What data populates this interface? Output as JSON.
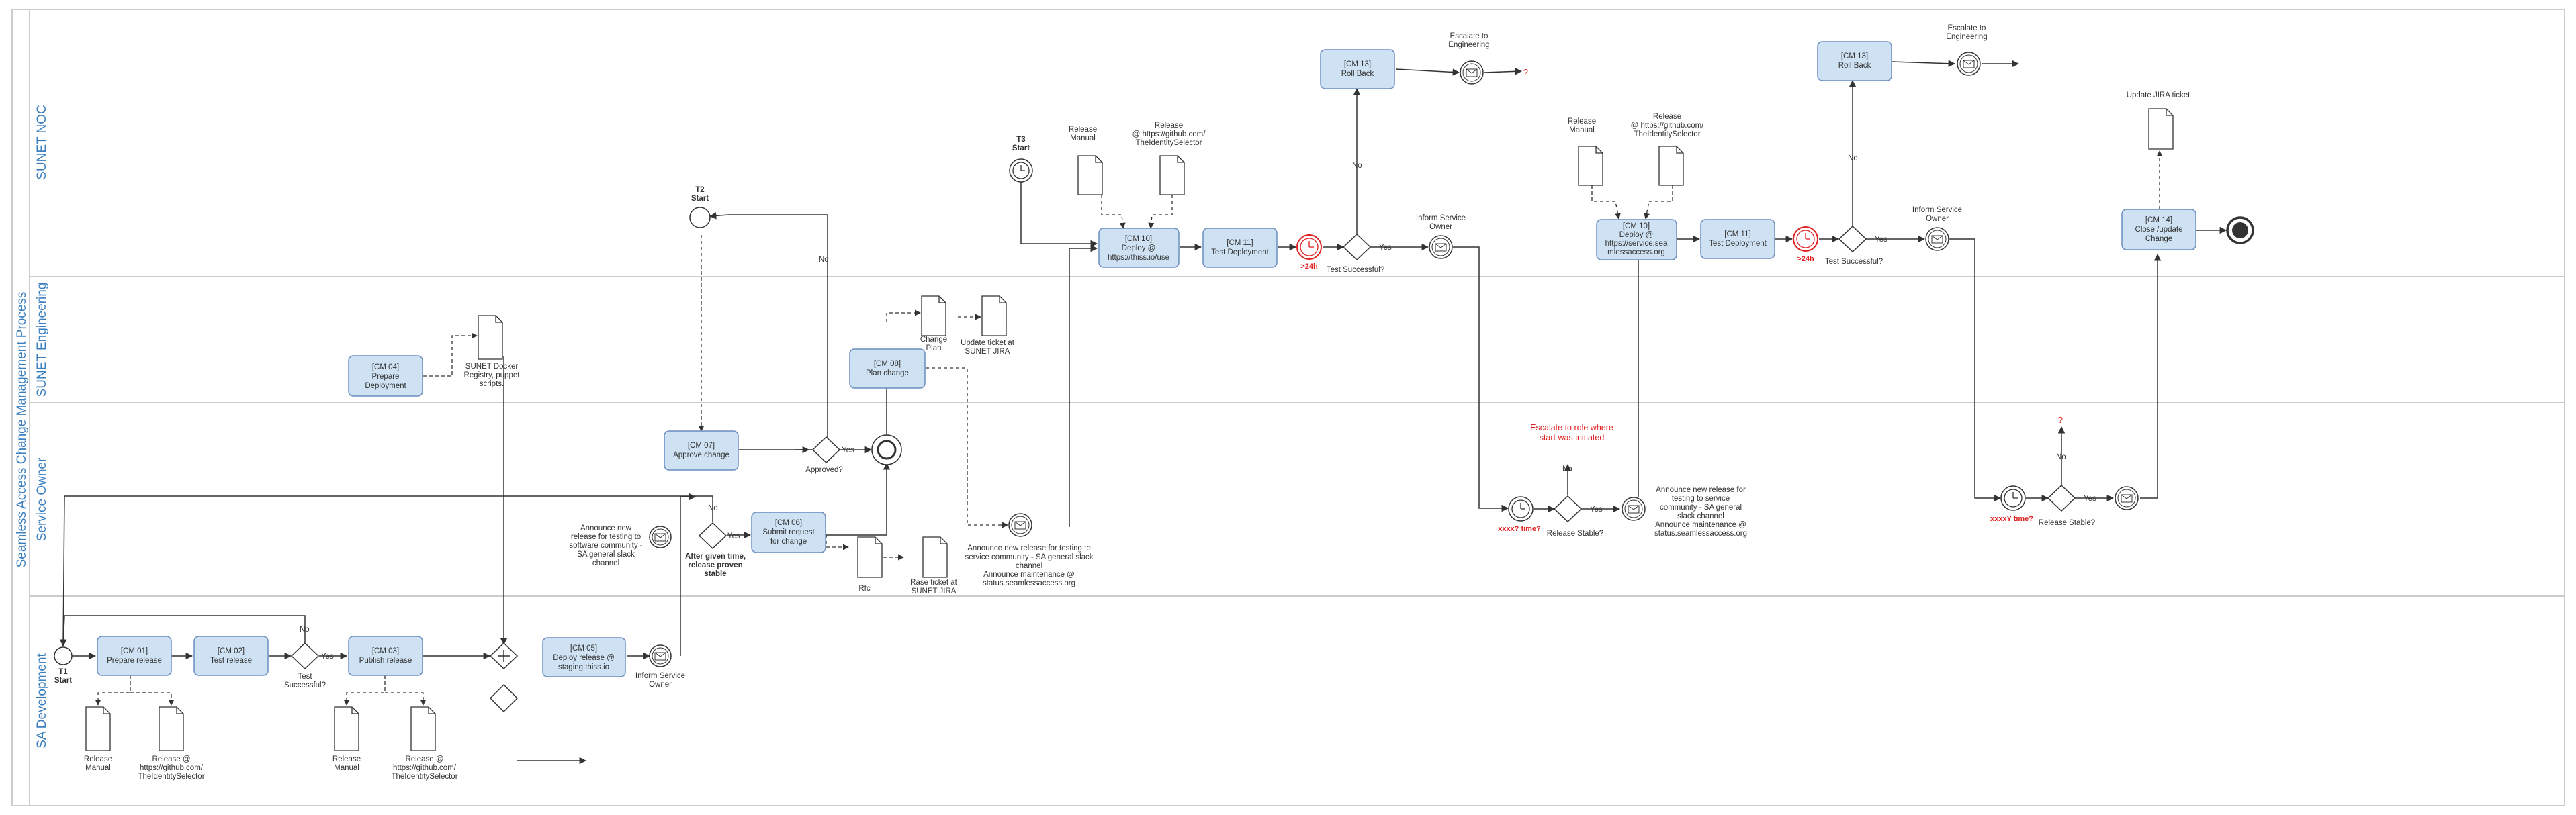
{
  "pool": {
    "title": "Seamless Access Change Management Process"
  },
  "lanes": {
    "noc": "SUNET NOC",
    "engineering": "SUNET Engineering",
    "owner": "Service Owner",
    "dev": "SA Development"
  },
  "tasks": {
    "cm01": [
      "[CM 01]",
      "Prepare release"
    ],
    "cm02": [
      "[CM 02]",
      "Test release"
    ],
    "cm03": [
      "[CM 03]",
      "Publish release"
    ],
    "cm04": [
      "[CM 04]",
      "Prepare",
      "Deployment"
    ],
    "cm05": [
      "[CM 05]",
      "Deploy release @",
      "staging.thiss.io"
    ],
    "cm06": [
      "[CM 06]",
      "Submit request",
      "for change"
    ],
    "cm07": [
      "[CM 07]",
      "Approve change"
    ],
    "cm08": [
      "[CM 08]",
      "Plan change"
    ],
    "cm10a": [
      "[CM 10]",
      "Deploy @",
      "https://thiss.io/use"
    ],
    "cm11a": [
      "[CM 11]",
      "Test Deployment"
    ],
    "cm13a": [
      "[CM 13]",
      "Roll Back"
    ],
    "cm10b": [
      "[CM 10]",
      "Deploy @",
      "https://service.sea",
      "mlessaccess.org"
    ],
    "cm11b": [
      "[CM 11]",
      "Test Deployment"
    ],
    "cm13b": [
      "[CM 13]",
      "Roll Back"
    ],
    "cm14": [
      "[CM 14]",
      "Close /update",
      "Change"
    ]
  },
  "events": {
    "t1": [
      "T1",
      "Start"
    ],
    "t2": [
      "T2",
      "Start"
    ],
    "t3": [
      "T3",
      "Start"
    ]
  },
  "gateways": {
    "test_successful_1": [
      "Test",
      "Successful?"
    ],
    "approved": [
      "Approved?"
    ],
    "test_successful_2": [
      "Test Successful?"
    ],
    "test_successful_3": [
      "Test Successful?"
    ],
    "release_stable_1": [
      "Release Stable?"
    ],
    "release_stable_2": [
      "Release Stable?"
    ]
  },
  "flow_labels": {
    "yes": "Yes",
    "no": "No"
  },
  "timers": {
    "h24": ">24h",
    "time_q": "xxxx? time?",
    "time_q2": "xxxxY time?"
  },
  "documents": {
    "release_manual": [
      "Release",
      "Manual"
    ],
    "release_github": [
      "Release @",
      "https://github.com/",
      "TheIdentitySelector"
    ],
    "release_github_b": [
      "Release",
      "@ https://github.com/",
      "TheIdentitySelector"
    ],
    "docker_registry": [
      "SUNET Docker",
      "Registry, puppet",
      "scripts."
    ],
    "change_plan": [
      "Change",
      "Plan"
    ],
    "update_ticket": [
      "Update ticket at",
      "SUNET JIRA"
    ],
    "rfc": [
      "Rfc"
    ],
    "raise_ticket": [
      "Rase ticket at",
      "SUNET JIRA"
    ],
    "update_jira": [
      "Update JIRA ticket"
    ]
  },
  "annotations": {
    "inform_owner": [
      "Inform Service",
      "Owner"
    ],
    "escalate_eng": [
      "Escalate to",
      "Engineering"
    ],
    "question": "?",
    "announce_testing": [
      "Announce new",
      "release for testing to",
      "software community -",
      "SA general slack",
      "channel"
    ],
    "after_time": [
      "After given time,",
      "release proven",
      "stable"
    ],
    "announce_service": [
      "Announce new release for testing to",
      "service community - SA general slack",
      "channel",
      "Announce maintenance @",
      "status.seamlessaccess.org"
    ],
    "announce_service_b": [
      "Announce new release for",
      "testing to service",
      "community - SA general",
      "slack channel",
      "Announce maintenance @",
      "status.seamlessaccess.org"
    ],
    "escalate_role": [
      "Escalate to role where",
      "start was initiated"
    ]
  },
  "colors": {
    "task_fill": "#cfe2f3",
    "task_stroke": "#6c8ebf",
    "lane_text": "#3b7fbf",
    "alert": "#e02020",
    "line": "#333333"
  }
}
